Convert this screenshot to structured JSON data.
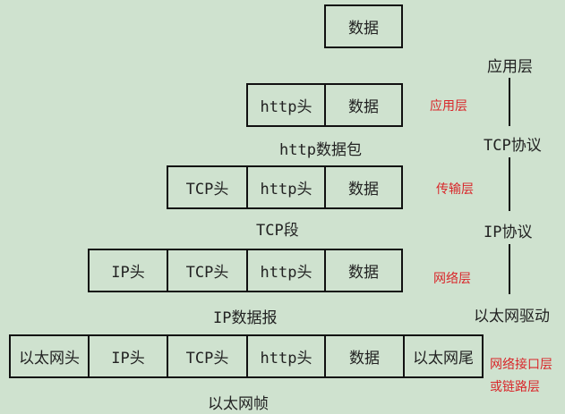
{
  "packets": {
    "app": {
      "data": "数据"
    },
    "http": {
      "head": "http头",
      "data": "数据",
      "caption": "http数据包"
    },
    "tcp": {
      "tcp": "TCP头",
      "http": "http头",
      "data": "数据",
      "caption": "TCP段"
    },
    "ip": {
      "ip": "IP头",
      "tcp": "TCP头",
      "http": "http头",
      "data": "数据",
      "caption": "IP数据报"
    },
    "eth": {
      "eth_head": "以太网头",
      "ip": "IP头",
      "tcp": "TCP头",
      "http": "http头",
      "data": "数据",
      "eth_tail": "以太网尾",
      "caption": "以太网帧"
    }
  },
  "layer_labels": {
    "application": "应用层",
    "transport": "传输层",
    "network": "网络层",
    "link_line1": "网络接口层",
    "link_line2": "或链路层"
  },
  "right_stack": {
    "application": "应用层",
    "tcp": "TCP协议",
    "ip": "IP协议",
    "driver": "以太网驱动"
  },
  "colors": {
    "background": "#cfe2cf",
    "layer_label": "#d9262a",
    "box_border": "#111111"
  }
}
